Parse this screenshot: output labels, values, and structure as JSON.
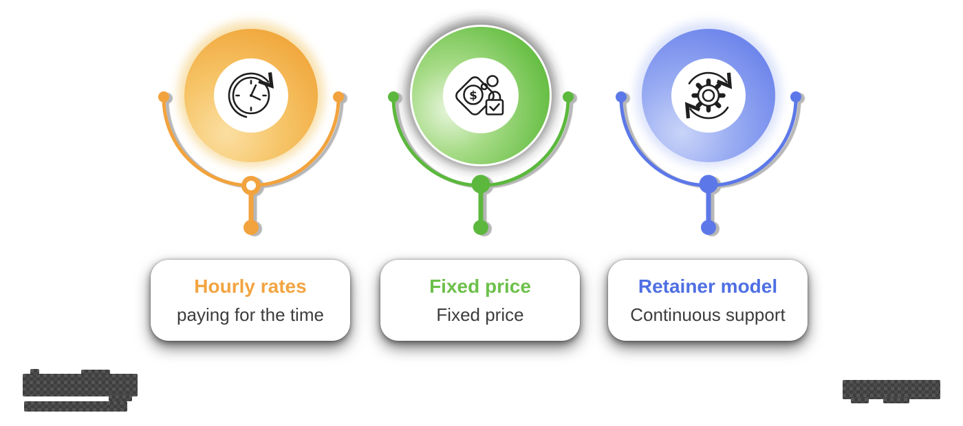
{
  "diagram": {
    "columns": [
      {
        "title": "Hourly rates",
        "subtitle": "paying for the time",
        "accent": "#F2A33C",
        "title_color": "#F2A440",
        "icon": "clock-history-icon"
      },
      {
        "title": "Fixed price",
        "subtitle": "Fixed price",
        "accent": "#5CB83C",
        "title_color": "#6CC04A",
        "icon": "price-tag-lock-icon"
      },
      {
        "title": "Retainer model",
        "subtitle": "Continuous support",
        "accent": "#5B78E8",
        "title_color": "#4E6FE3",
        "icon": "gear-cycle-icon"
      }
    ],
    "icon_glyphs": {
      "dollar_sign": "$"
    },
    "colors": {
      "background": "#FFFFFF",
      "subtitle_text": "#3C3C3C",
      "icon_stroke": "#1F1F1F"
    },
    "footer": {
      "left_logo": "pixelated-unreadable-logo",
      "left_tagline": "pixelated-unreadable-tagline",
      "right_logo": "pixelated-unreadable-logo"
    }
  }
}
